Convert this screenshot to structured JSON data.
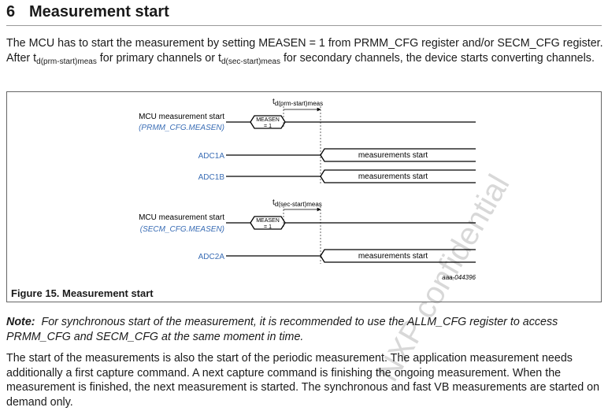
{
  "section": {
    "number": "6",
    "title": "Measurement start"
  },
  "intro": {
    "text_a": "The MCU has to start the measurement by setting MEASEN = 1 from PRMM_CFG register and/or SECM_CFG register. After t",
    "sub_a": "d(prm-start)meas",
    "text_b": " for primary channels or t",
    "sub_b": "d(sec-start)meas",
    "text_c": " for secondary channels, the device starts converting channels."
  },
  "figure": {
    "caption": "Figure 15.  Measurement start",
    "code": "aaa-044396",
    "t_label_1_main": "t",
    "t_label_1_sub": "d(prm-start)meas",
    "t_label_2_main": "t",
    "t_label_2_sub": "d(sec-start)meas",
    "signals_top": [
      {
        "label": "MCU measurement start",
        "sublabel": "(PRMM_CFG.MEASEN)",
        "pulse_text_1": "MEASEN",
        "pulse_text_2": "= 1"
      },
      {
        "label": "ADC1A",
        "box_text": "measurements start"
      },
      {
        "label": "ADC1B",
        "box_text": "measurements start"
      }
    ],
    "signals_bottom": [
      {
        "label": "MCU measurement start",
        "sublabel": "(SECM_CFG.MEASEN)",
        "pulse_text_1": "MEASEN",
        "pulse_text_2": "= 1"
      },
      {
        "label": "ADC2A",
        "box_text": "measurements start"
      }
    ]
  },
  "note": {
    "prefix": "Note:",
    "text": "For synchronous start of the measurement, it is recommended to use the ALLM_CFG register to access PRMM_CFG and SECM_CFG at the same moment in time."
  },
  "closing": {
    "text": "The start of the measurements is also the start of the periodic measurement. The application measurement needs additionally a first capture command. A next capture command is finishing the ongoing measurement. When the measurement is finished, the next measurement is started. The synchronous and fast VB measurements are started on demand only."
  },
  "colors": {
    "label_blue": "#3a6db5",
    "line": "#000000"
  }
}
